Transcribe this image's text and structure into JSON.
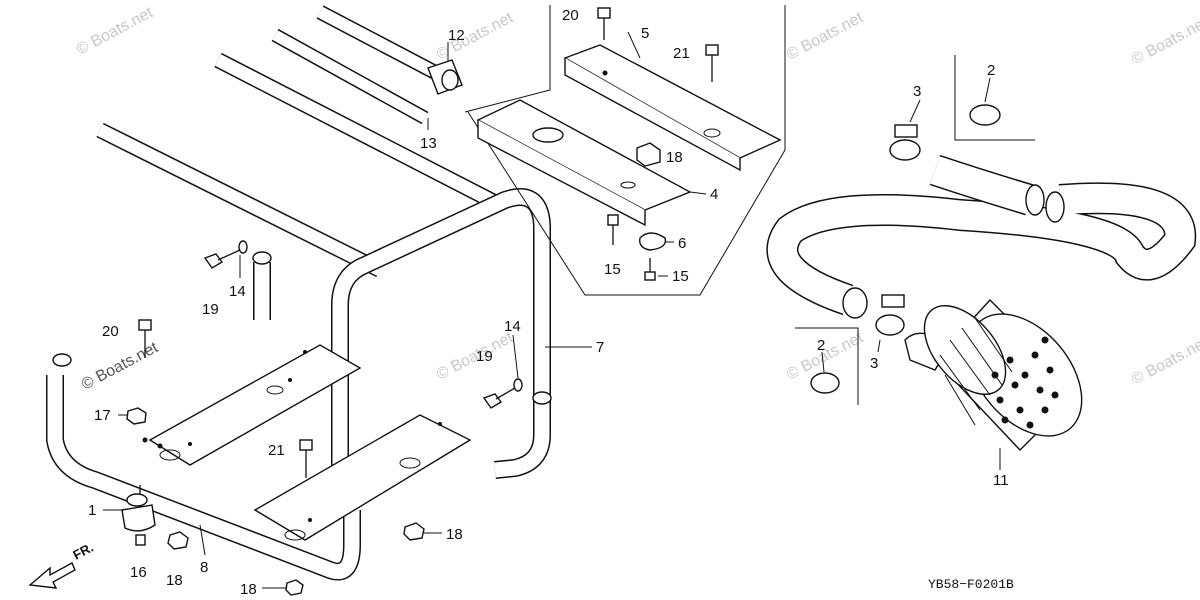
{
  "diagram_code": "YB58−F0201B",
  "front_label": "FR.",
  "watermark": "© Boats.net",
  "callouts": {
    "n1": "1",
    "n2a": "2",
    "n2b": "2",
    "n3a": "3",
    "n3b": "3",
    "n4": "4",
    "n5": "5",
    "n6": "6",
    "n7": "7",
    "n8": "8",
    "n11": "11",
    "n12": "12",
    "n13": "13",
    "n14a": "14",
    "n14b": "14",
    "n15a": "15",
    "n15b": "15",
    "n16": "16",
    "n17": "17",
    "n18a": "18",
    "n18b": "18",
    "n18c": "18",
    "n18d": "18",
    "n19a": "19",
    "n19b": "19",
    "n20a": "20",
    "n20b": "20",
    "n21a": "21",
    "n21b": "21"
  }
}
